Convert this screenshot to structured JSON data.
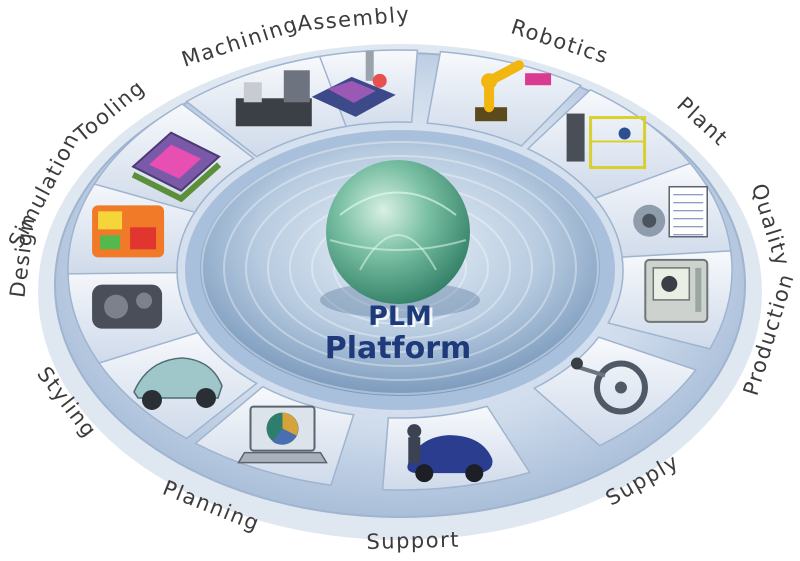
{
  "center": {
    "line1": "PLM",
    "line2": "Platform"
  },
  "segments": [
    {
      "key": "assembly",
      "label": "Assembly",
      "icon": "assembly-robot-icon",
      "color": "#9b59b6"
    },
    {
      "key": "robotics",
      "label": "Robotics",
      "icon": "robot-arm-icon",
      "color": "#f1b60f"
    },
    {
      "key": "plant",
      "label": "Plant",
      "icon": "factory-cell-icon",
      "color": "#d8d02e"
    },
    {
      "key": "quality",
      "label": "Quality",
      "icon": "quality-report-icon",
      "color": "#8f9cab"
    },
    {
      "key": "production",
      "label": "Production",
      "icon": "control-panel-icon",
      "color": "#9aa6a0"
    },
    {
      "key": "supply",
      "label": "Supply",
      "icon": "steering-wheel-icon",
      "color": "#505a66"
    },
    {
      "key": "support",
      "label": "Support",
      "icon": "car-service-icon",
      "color": "#2a3d8f"
    },
    {
      "key": "planning",
      "label": "Planning",
      "icon": "laptop-pie-chart-icon",
      "color": "#d6a23a"
    },
    {
      "key": "styling",
      "label": "Styling",
      "icon": "concept-car-icon",
      "color": "#9fc6c9"
    },
    {
      "key": "design",
      "label": "Design",
      "icon": "gearbox-icon",
      "color": "#4a4e58"
    },
    {
      "key": "simulation",
      "label": "Simulation",
      "icon": "engine-fea-icon",
      "color": "#f07a28"
    },
    {
      "key": "tooling",
      "label": "Tooling",
      "icon": "mold-tool-icon",
      "color": "#7a5aa8"
    },
    {
      "key": "machining",
      "label": "Machining",
      "icon": "cnc-machine-icon",
      "color": "#6d7480"
    }
  ],
  "colors": {
    "ring_outer": "#c9d8ea",
    "ring_mid": "#a7bfdc",
    "plate": "#e8eef6",
    "center_ripple": "#5f86b3",
    "sphere": "#5fa891",
    "title_blue": "#1f3a7a"
  }
}
